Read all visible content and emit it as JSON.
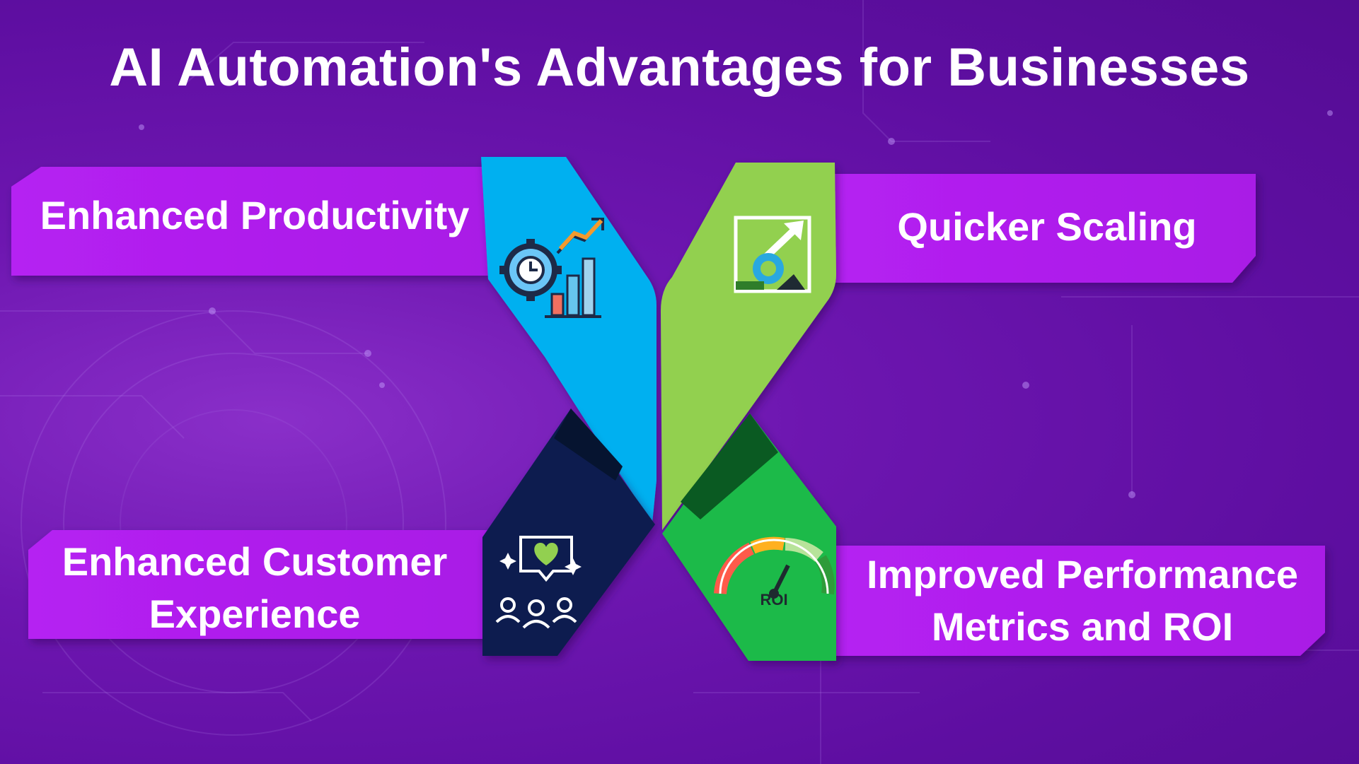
{
  "title": "AI Automation's Advantages for Businesses",
  "items": [
    {
      "label": "Enhanced Productivity",
      "icon": "gear-growth-chart-icon",
      "color": "#00b0f0"
    },
    {
      "label": "Quicker Scaling",
      "icon": "scaling-arrow-icon",
      "color": "#92d050"
    },
    {
      "label_lines": [
        "Enhanced Customer",
        "Experience"
      ],
      "icon": "customer-heart-icon",
      "color": "#0c1f4f"
    },
    {
      "label_lines": [
        "Improved Performance",
        "Metrics and ROI"
      ],
      "icon": "roi-gauge-icon",
      "gauge_text": "ROI",
      "color": "#1aba4a"
    }
  ],
  "colors": {
    "banner": "#b11fee",
    "background": "#6d16b0"
  }
}
